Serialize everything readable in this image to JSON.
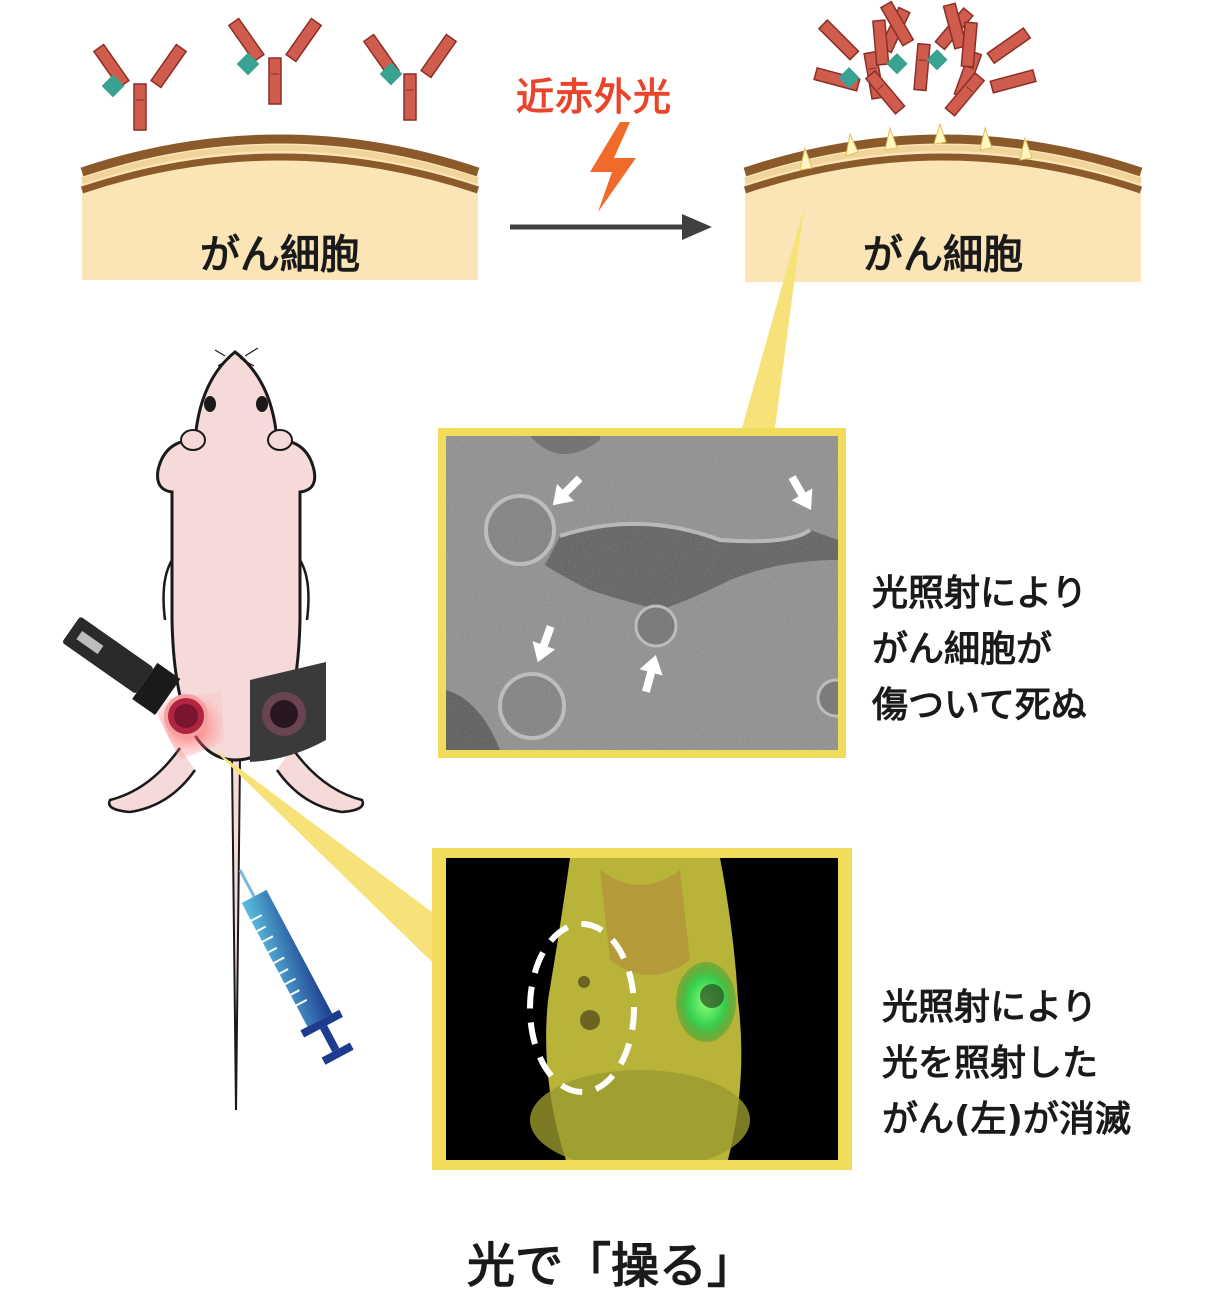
{
  "labels": {
    "cancer_cell_left": "がん細胞",
    "cancer_cell_right": "がん細胞",
    "nir_light": "近赤外光",
    "caption_micro": [
      "光照射により",
      "がん細胞が",
      "傷ついて死ぬ"
    ],
    "caption_mouse": [
      "光照射により",
      "光を照射した",
      "がん(左)が消滅"
    ],
    "title": "光で「操る」"
  },
  "colors": {
    "cell_fill": "#fbe4b6",
    "membrane": "#8b5a2b",
    "antibody": "#cf5c4c",
    "antigen": "#3aa290",
    "nir": "#e8452c",
    "callout": "#f7e27a",
    "frame": "#f0dc5a",
    "mouse": "#f6d9d9",
    "syringe": "#2f6fb0"
  }
}
